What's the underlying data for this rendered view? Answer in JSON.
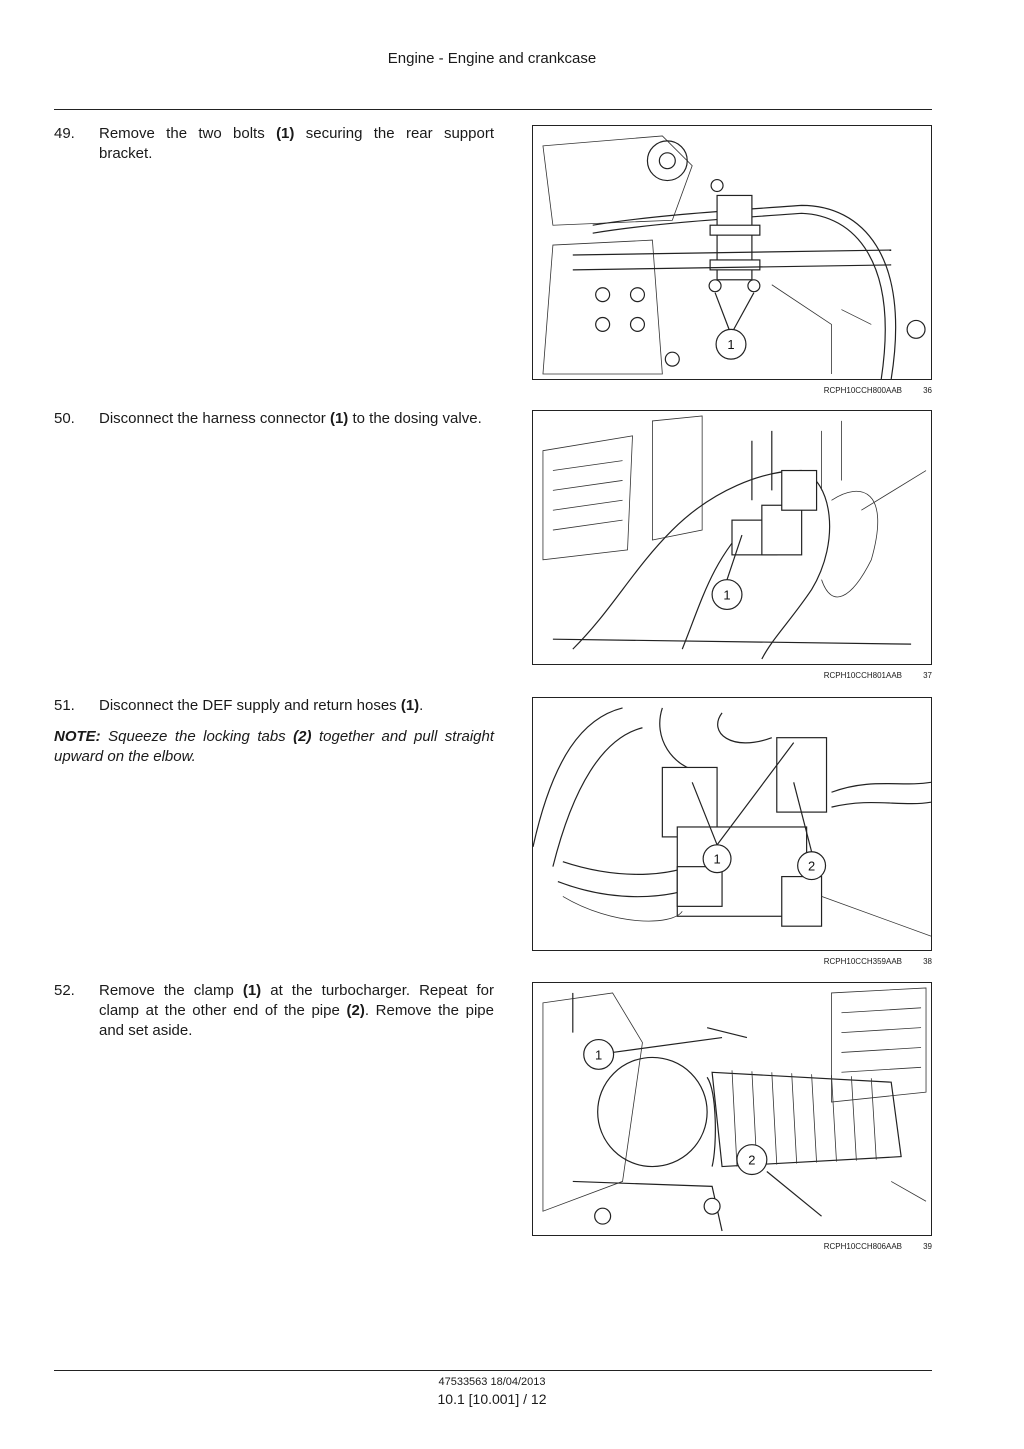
{
  "header": {
    "title": "Engine - Engine and crankcase"
  },
  "steps": [
    {
      "number": "49.",
      "text_before": "Remove the two bolts ",
      "bold": "(1)",
      "text_after": " securing the rear support bracket.",
      "figure": {
        "code": "RCPH10CCH800AAB",
        "number": "36",
        "callouts": [
          "1"
        ]
      }
    },
    {
      "number": "50.",
      "text_before": "Disconnect the harness connector ",
      "bold": "(1)",
      "text_after": " to the dosing valve.",
      "figure": {
        "code": "RCPH10CCH801AAB",
        "number": "37",
        "callouts": [
          "1"
        ]
      }
    },
    {
      "number": "51.",
      "text_before": "Disconnect the DEF supply and return hoses ",
      "bold": "(1)",
      "text_after": ".",
      "note": {
        "label": "NOTE:",
        "text_before": " Squeeze the locking tabs ",
        "bold": "(2)",
        "text_after": " together and pull straight upward on the elbow."
      },
      "figure": {
        "code": "RCPH10CCH359AAB",
        "number": "38",
        "callouts": [
          "1",
          "2"
        ]
      }
    },
    {
      "number": "52.",
      "text_before": "Remove the clamp ",
      "bold": "(1)",
      "text_mid": " at the turbocharger.  Repeat for clamp at the other end of the pipe ",
      "bold2": "(2)",
      "text_after": ".  Remove the pipe and set aside.",
      "figure": {
        "code": "RCPH10CCH806AAB",
        "number": "39",
        "callouts": [
          "1",
          "2"
        ]
      }
    }
  ],
  "footer": {
    "doc": "47533563 18/04/2013",
    "page": "10.1 [10.001] / 12"
  }
}
